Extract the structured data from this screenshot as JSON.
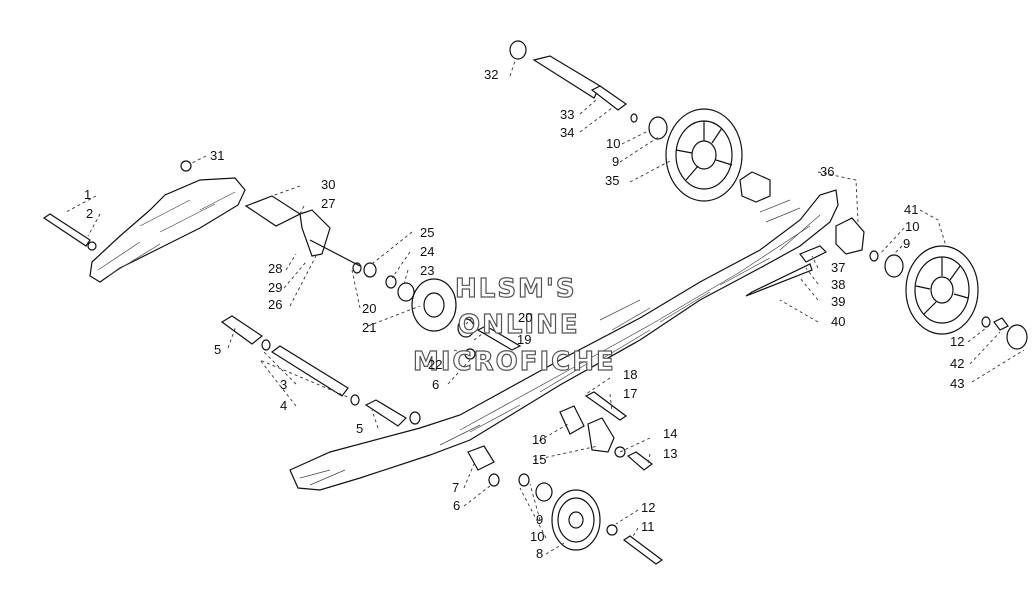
{
  "watermark": {
    "lines": [
      "HLSM'S",
      "ONLINE",
      "MICROFICHE"
    ]
  },
  "callouts": [
    {
      "id": "c1",
      "label": "1"
    },
    {
      "id": "c2",
      "label": "2"
    },
    {
      "id": "c3",
      "label": "3"
    },
    {
      "id": "c4",
      "label": "4"
    },
    {
      "id": "c5a",
      "label": "5"
    },
    {
      "id": "c5b",
      "label": "5"
    },
    {
      "id": "c6a",
      "label": "6"
    },
    {
      "id": "c6b",
      "label": "6"
    },
    {
      "id": "c7",
      "label": "7"
    },
    {
      "id": "c8",
      "label": "8"
    },
    {
      "id": "c9a",
      "label": "9"
    },
    {
      "id": "c9b",
      "label": "9"
    },
    {
      "id": "c9c",
      "label": "9"
    },
    {
      "id": "c10a",
      "label": "10"
    },
    {
      "id": "c10b",
      "label": "10"
    },
    {
      "id": "c10c",
      "label": "10"
    },
    {
      "id": "c11",
      "label": "11"
    },
    {
      "id": "c12a",
      "label": "12"
    },
    {
      "id": "c12b",
      "label": "12"
    },
    {
      "id": "c13",
      "label": "13"
    },
    {
      "id": "c14",
      "label": "14"
    },
    {
      "id": "c15",
      "label": "15"
    },
    {
      "id": "c16",
      "label": "16"
    },
    {
      "id": "c17",
      "label": "17"
    },
    {
      "id": "c18",
      "label": "18"
    },
    {
      "id": "c19",
      "label": "19"
    },
    {
      "id": "c20a",
      "label": "20"
    },
    {
      "id": "c20b",
      "label": "20"
    },
    {
      "id": "c21",
      "label": "21"
    },
    {
      "id": "c22",
      "label": "22"
    },
    {
      "id": "c23",
      "label": "23"
    },
    {
      "id": "c24",
      "label": "24"
    },
    {
      "id": "c25",
      "label": "25"
    },
    {
      "id": "c26",
      "label": "26"
    },
    {
      "id": "c27",
      "label": "27"
    },
    {
      "id": "c28",
      "label": "28"
    },
    {
      "id": "c29",
      "label": "29"
    },
    {
      "id": "c30",
      "label": "30"
    },
    {
      "id": "c31",
      "label": "31"
    },
    {
      "id": "c32",
      "label": "32"
    },
    {
      "id": "c33",
      "label": "33"
    },
    {
      "id": "c34",
      "label": "34"
    },
    {
      "id": "c35",
      "label": "35"
    },
    {
      "id": "c36",
      "label": "36"
    },
    {
      "id": "c37",
      "label": "37"
    },
    {
      "id": "c38",
      "label": "38"
    },
    {
      "id": "c39",
      "label": "39"
    },
    {
      "id": "c40",
      "label": "40"
    },
    {
      "id": "c41",
      "label": "41"
    },
    {
      "id": "c42",
      "label": "42"
    },
    {
      "id": "c43",
      "label": "43"
    }
  ]
}
